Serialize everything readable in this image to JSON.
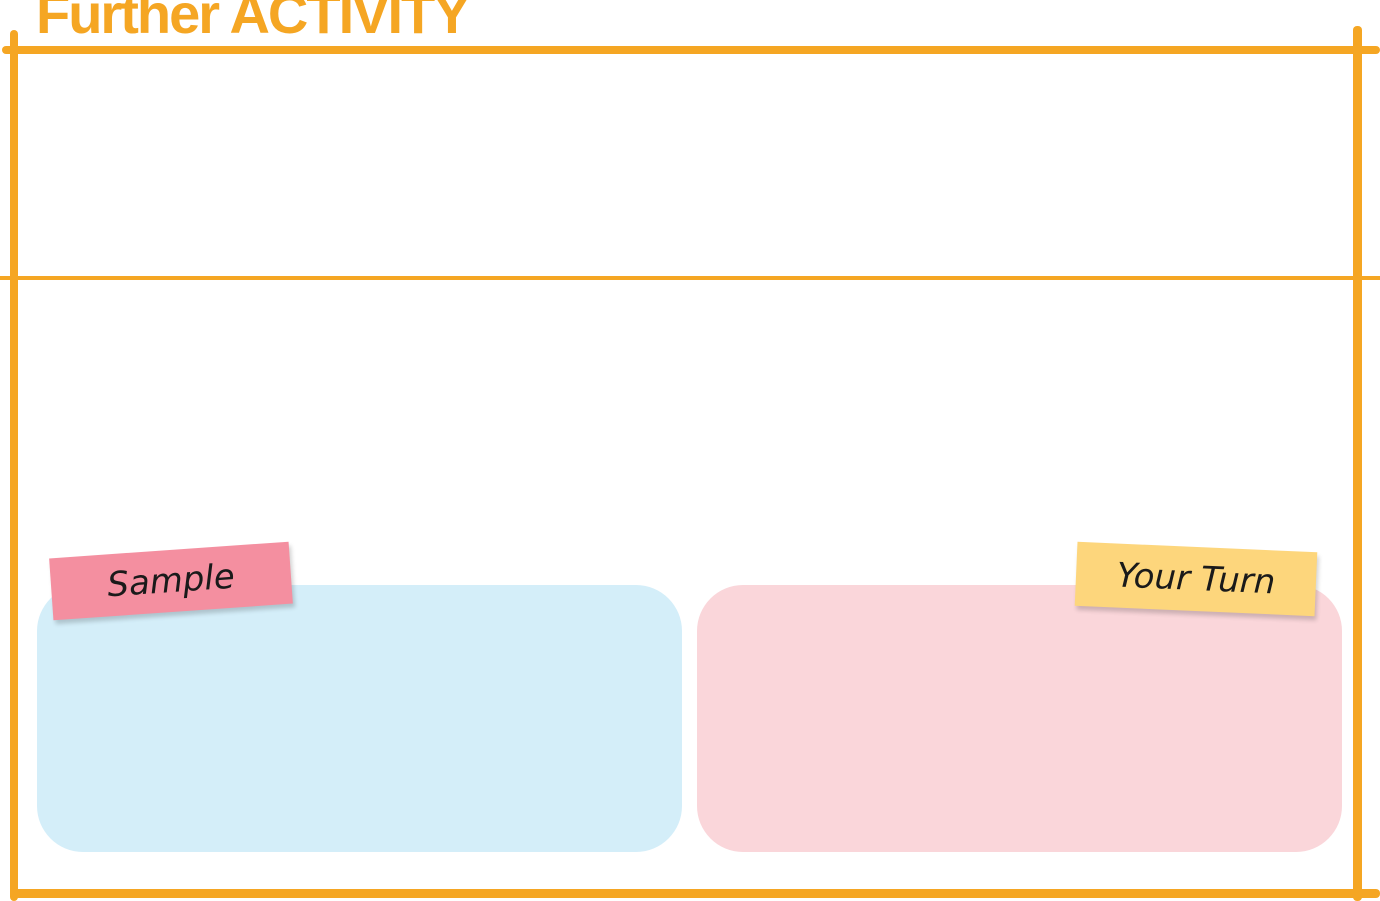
{
  "header": {
    "title": "Further ACTIVITY"
  },
  "tags": {
    "sample": "Sample",
    "your_turn": "Your Turn"
  },
  "colors": {
    "accent": "#f5a623",
    "sample_panel": "#d4eef9",
    "turn_panel": "#fad6da",
    "sample_tag": "#f48fa0",
    "turn_tag": "#fdd67c"
  }
}
